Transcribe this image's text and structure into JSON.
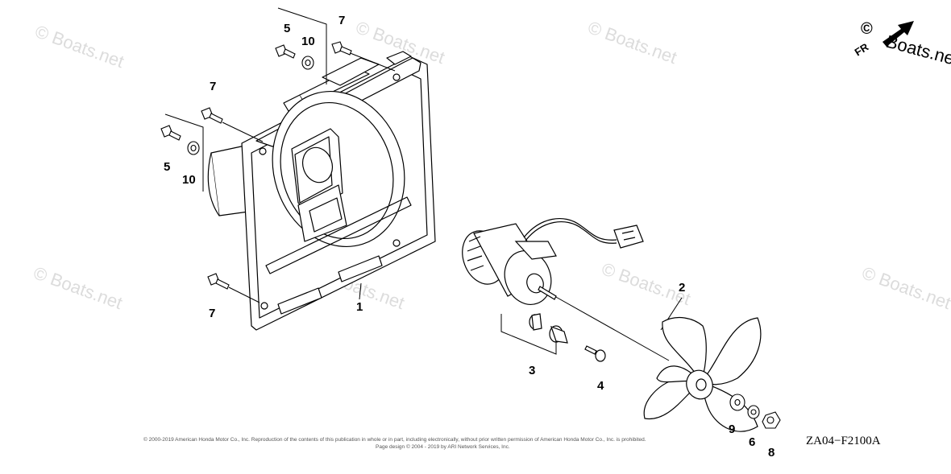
{
  "watermarks": [
    "© Boats.net",
    "© Boats.net",
    "© Boats.net",
    "© Boats.net",
    "© Boats.net",
    "© Boats.net",
    "© Boats.net"
  ],
  "brand_mark": {
    "symbol": "©",
    "text": "Boats.ne",
    "arrow_label": "FR"
  },
  "callouts": {
    "c7a": "7",
    "c5a": "5",
    "c10a": "10",
    "c7b": "7",
    "c5b": "5",
    "c10b": "10",
    "c7c": "7",
    "c1": "1",
    "c3": "3",
    "c4": "4",
    "c2": "2",
    "c9": "9",
    "c6": "6",
    "c8": "8"
  },
  "footer": {
    "copyright_line1": "© 2000-2019 American Honda Motor Co., Inc. Reproduction of the contents of this publication in whole or in part, including electronically, without prior written permission of American Honda Motor Co., Inc. is prohibited.",
    "copyright_line2": "Page design © 2004 - 2019 by ARI Network Services, Inc.",
    "diagram_code": "ZA04−F2100A"
  }
}
